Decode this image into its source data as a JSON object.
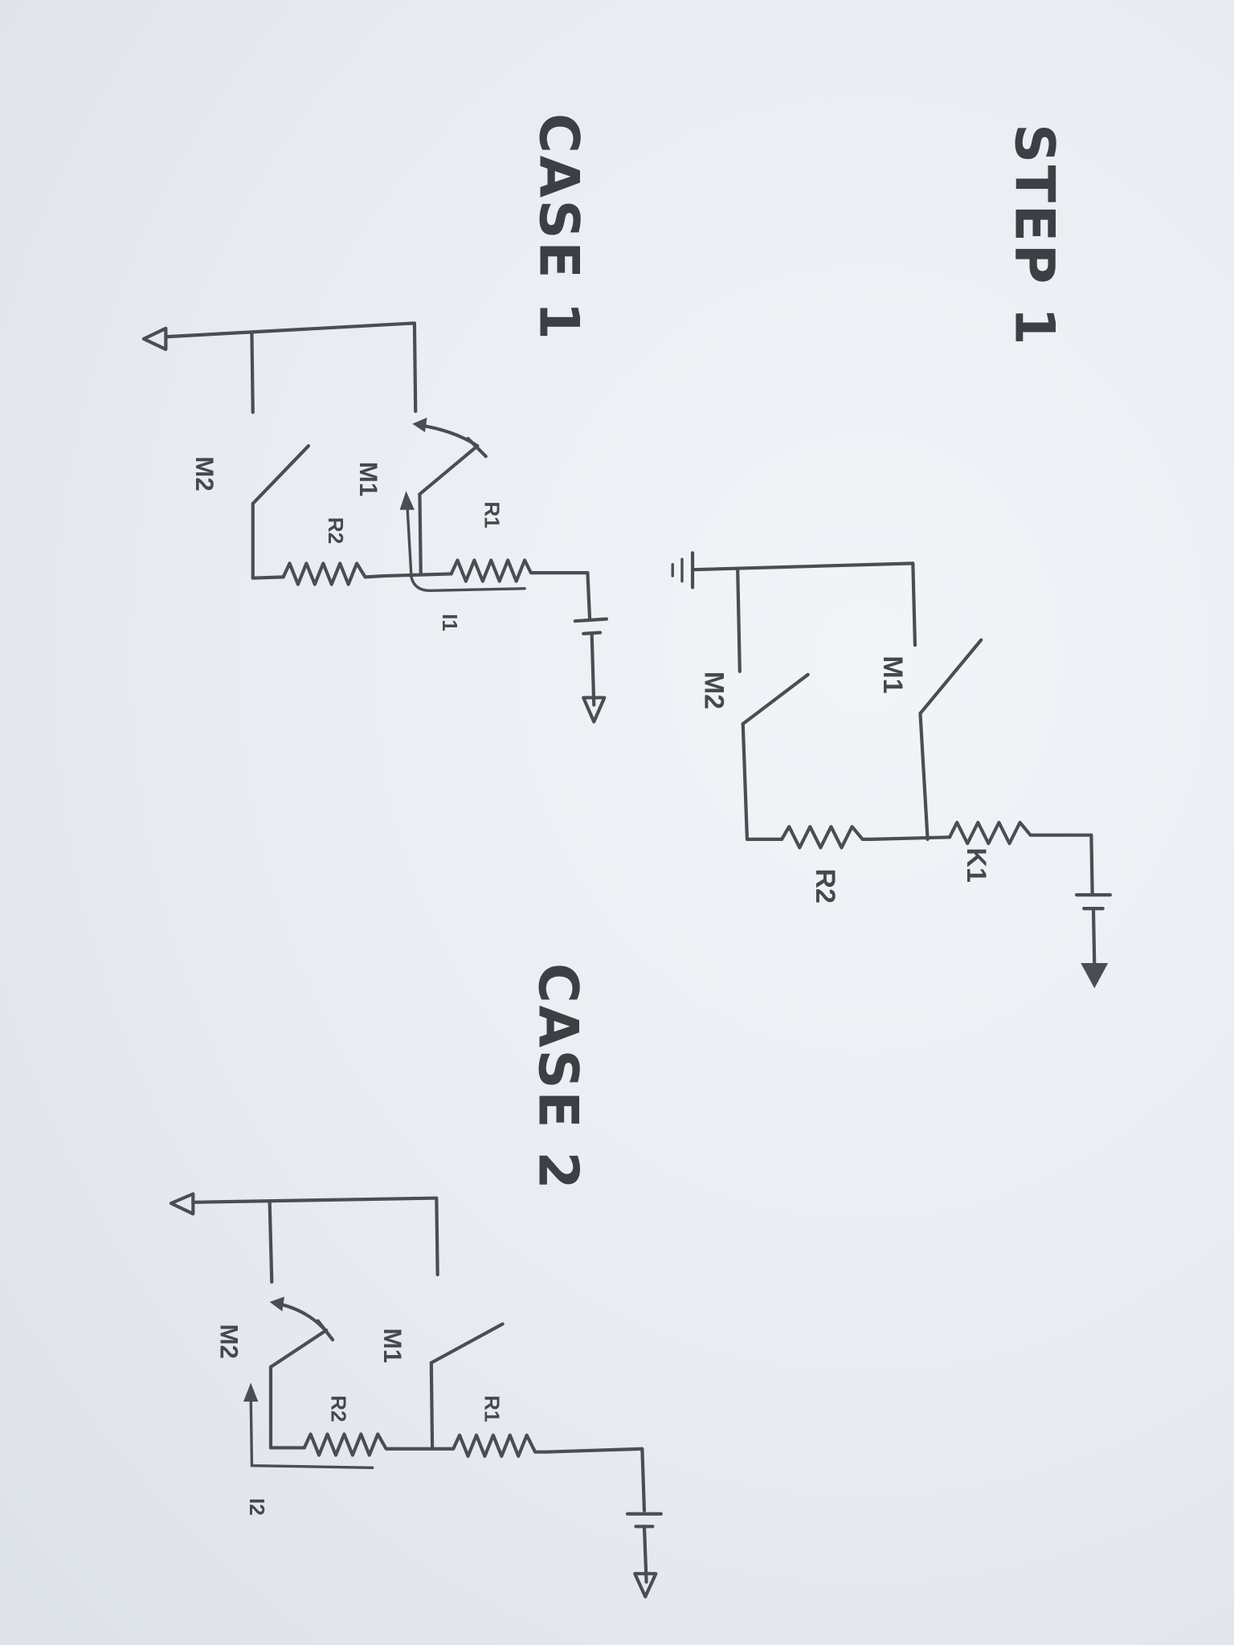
{
  "document": {
    "orientation": "rotated-90-clockwise",
    "background_color": "#e9ecf2",
    "ink_color": "#4a4d52"
  },
  "step1": {
    "title": "STEP 1",
    "components": {
      "switch_m1": {
        "label": "M1",
        "state": "open"
      },
      "switch_m2": {
        "label": "M2",
        "state": "open"
      },
      "resistor_r1": {
        "label": "K1"
      },
      "resistor_r2": {
        "label": "R2"
      },
      "battery": {
        "label": ""
      },
      "ground": {
        "label": ""
      }
    }
  },
  "case1": {
    "title": "CASE 1",
    "components": {
      "switch_m1": {
        "label": "M1",
        "state": "closing"
      },
      "switch_m2": {
        "label": "M2",
        "state": "open"
      },
      "resistor_r1": {
        "label": "R1"
      },
      "resistor_r2": {
        "label": "R2"
      },
      "current": {
        "label": "I1"
      }
    }
  },
  "case2": {
    "title": "CASE 2",
    "components": {
      "switch_m1": {
        "label": "M1",
        "state": "open"
      },
      "switch_m2": {
        "label": "M2",
        "state": "closing"
      },
      "resistor_r1": {
        "label": "R1"
      },
      "resistor_r2": {
        "label": "R2"
      },
      "current": {
        "label": "I2"
      }
    }
  }
}
